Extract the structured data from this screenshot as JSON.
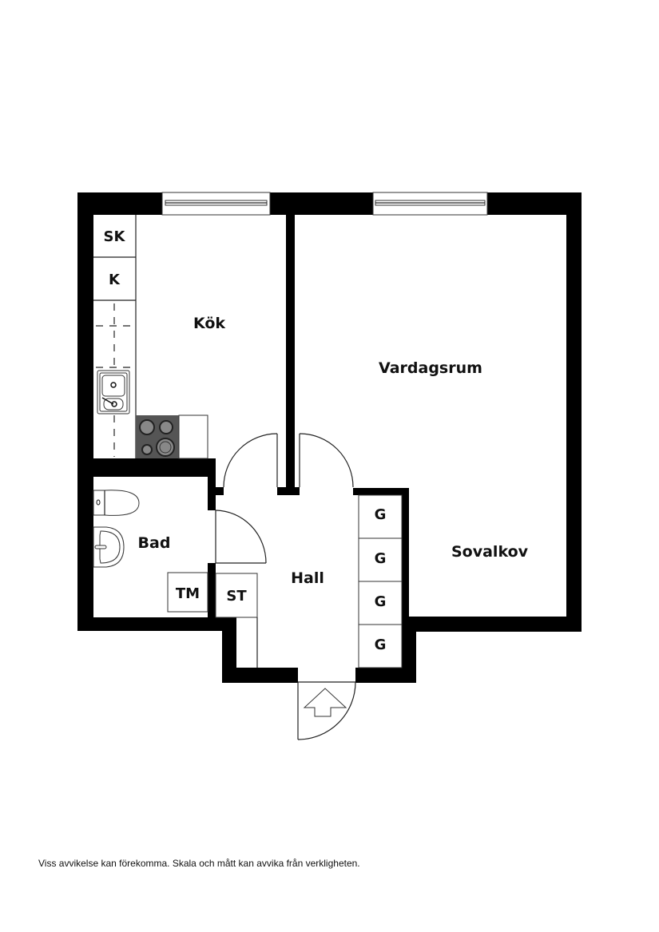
{
  "rooms": {
    "kitchen": "Kök",
    "living": "Vardagsrum",
    "alcove": "Sovalkov",
    "bath": "Bad",
    "hall": "Hall"
  },
  "fixtures": {
    "freezer": "SK",
    "fridge": "K",
    "washer": "TM",
    "storage": "ST",
    "wardrobes": [
      "G",
      "G",
      "G",
      "G"
    ]
  },
  "icons": [
    "window-icon",
    "sink-icon",
    "stove-icon",
    "toilet-icon",
    "washbasin-icon",
    "door-swing-icon",
    "entrance-arrow-icon"
  ],
  "colors": {
    "wall": "#000000",
    "stove": "#555555",
    "background": "#ffffff"
  },
  "footer": {
    "disclaimer": "Viss avvikelse kan förekomma. Skala och mått kan avvika från verkligheten."
  }
}
